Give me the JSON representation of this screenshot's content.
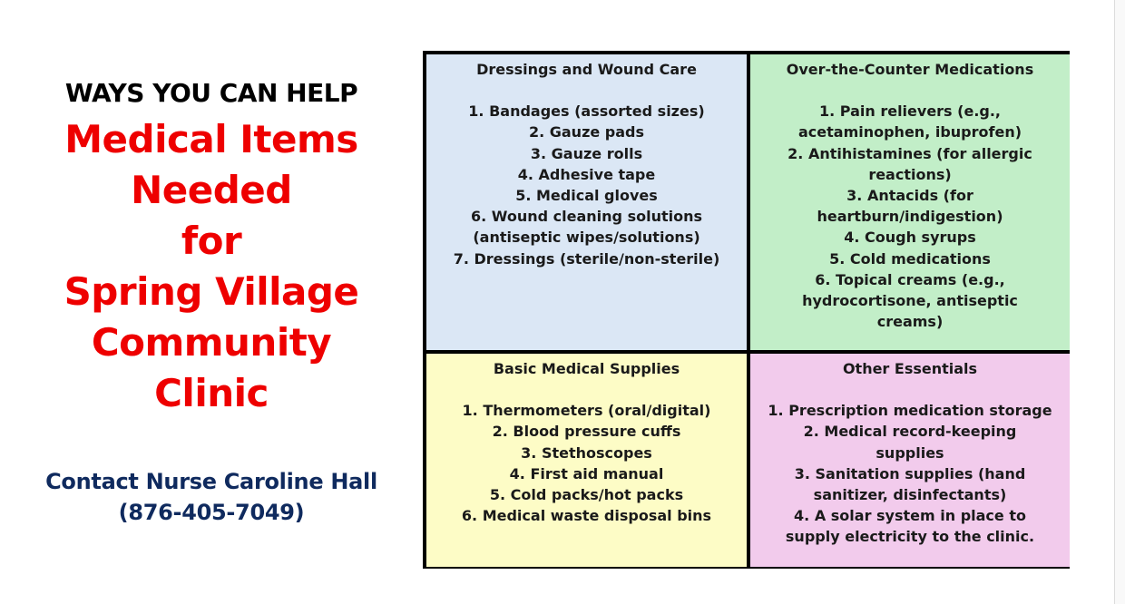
{
  "left": {
    "kicker": "WAYS YOU CAN HELP",
    "headline_lines": [
      "Medical Items",
      "Needed",
      "for",
      "Spring Village",
      "Community",
      "Clinic"
    ],
    "contact_line1": "Contact Nurse Caroline Hall",
    "contact_line2": "(876-405-7049)"
  },
  "colors": {
    "headline": "#ee0000",
    "contact": "#0f2a5e",
    "dressings_bg": "#dbe7f5",
    "otc_bg": "#c2eec8",
    "basic_bg": "#fdfcc6",
    "other_bg": "#f2cbec"
  },
  "quadrants": [
    {
      "title": "Dressings and Wound Care",
      "items": [
        "1. Bandages (assorted sizes)",
        "2. Gauze pads",
        "3. Gauze rolls",
        "4. Adhesive tape",
        "5. Medical gloves",
        "6. Wound cleaning solutions\n(antiseptic wipes/solutions)",
        "7. Dressings (sterile/non-sterile)"
      ]
    },
    {
      "title": "Over-the-Counter Medications",
      "items": [
        "1. Pain relievers (e.g.,\nacetaminophen, ibuprofen)",
        "2. Antihistamines (for allergic\nreactions)",
        "3. Antacids (for\nheartburn/indigestion)",
        "4. Cough syrups",
        "5. Cold medications",
        "6. Topical creams (e.g.,\nhydrocortisone, antiseptic\ncreams)"
      ]
    },
    {
      "title": "Basic Medical Supplies",
      "items": [
        "1. Thermometers (oral/digital)",
        "2. Blood pressure cuffs",
        "3. Stethoscopes",
        "4. First aid manual",
        "5. Cold packs/hot packs",
        "6. Medical waste disposal bins"
      ]
    },
    {
      "title": "Other Essentials",
      "items": [
        "1. Prescription medication storage",
        "2. Medical record-keeping\nsupplies",
        "3. Sanitation supplies (hand\nsanitizer, disinfectants)",
        "4. A solar system in place to\nsupply electricity to the clinic."
      ]
    }
  ]
}
